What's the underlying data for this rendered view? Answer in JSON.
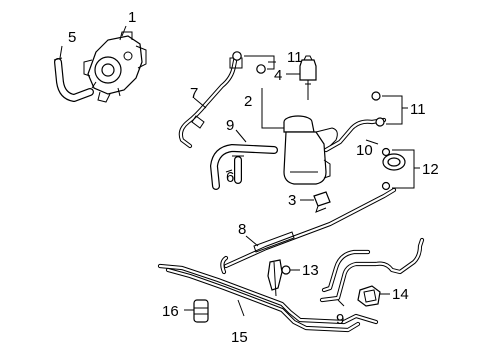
{
  "diagram": {
    "callouts": {
      "c1": "1",
      "c2": "2",
      "c3": "3",
      "c4": "4",
      "c5": "5",
      "c6": "6",
      "c7": "7",
      "c8": "8",
      "c9a": "9",
      "c9b": "9",
      "c10": "10",
      "c11a": "11",
      "c11b": "11",
      "c12": "12",
      "c13": "13",
      "c14": "14",
      "c15": "15",
      "c16": "16"
    }
  }
}
